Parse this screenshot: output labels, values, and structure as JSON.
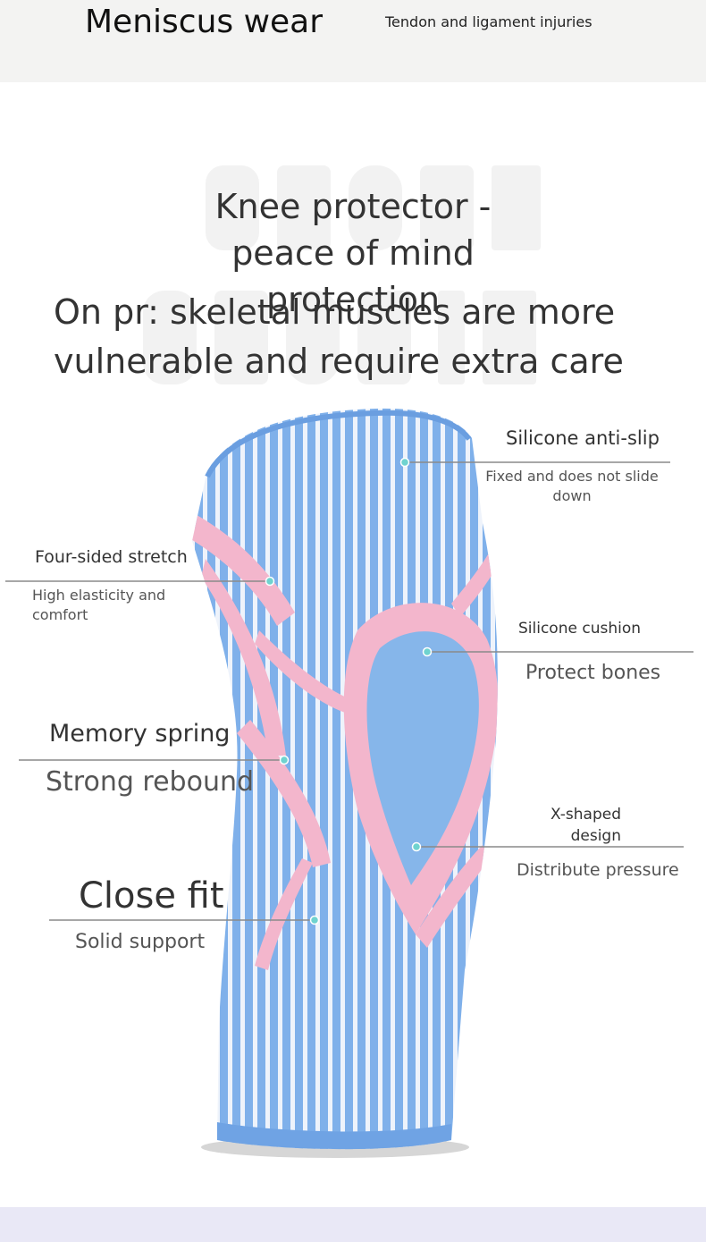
{
  "top_banner": {
    "left_title": "Meniscus wear",
    "right_title": "Tendon and ligament injuries"
  },
  "heading": {
    "title": "Knee protector - peace of mind protection",
    "subtitle": "On pr: skeletal muscles are more vulnerable and require extra care"
  },
  "callouts": {
    "silicone_anti_slip": {
      "title": "Silicone anti-slip",
      "desc": "Fixed and does not slide down"
    },
    "four_sided_stretch": {
      "title": "Four-sided stretch",
      "desc": "High elasticity and comfort"
    },
    "silicone_cushion": {
      "title": "Silicone cushion",
      "desc": "Protect bones"
    },
    "memory_spring": {
      "title": "Memory spring",
      "desc": "Strong rebound"
    },
    "x_shaped": {
      "title": "X-shaped design",
      "desc": "Distribute pressure"
    },
    "close_fit": {
      "title": "Close fit",
      "desc": "Solid support"
    }
  },
  "colors": {
    "sleeve_blue": "#7fb0ea",
    "sleeve_pink": "#f3b6cc",
    "marker_teal": "#6fd3cf",
    "leader_gray": "#8a8a8a"
  }
}
